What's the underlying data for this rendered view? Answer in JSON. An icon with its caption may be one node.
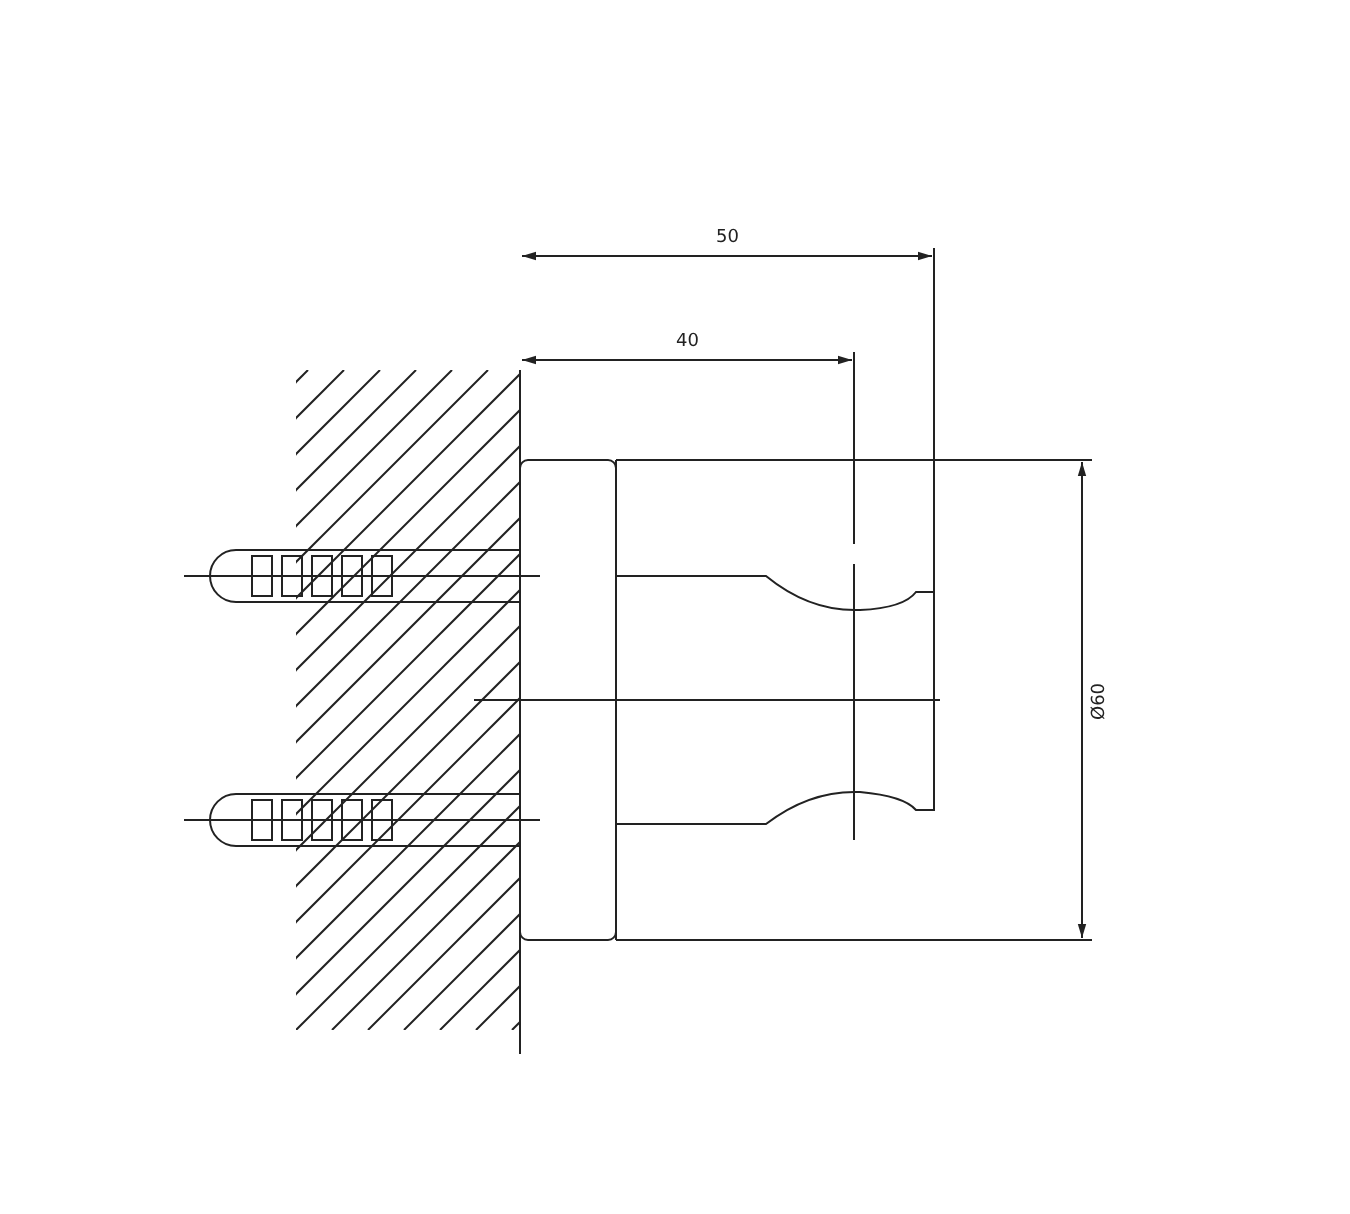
{
  "diagram": {
    "labels": [
      "50",
      "40",
      "Ø60"
    ]
  }
}
